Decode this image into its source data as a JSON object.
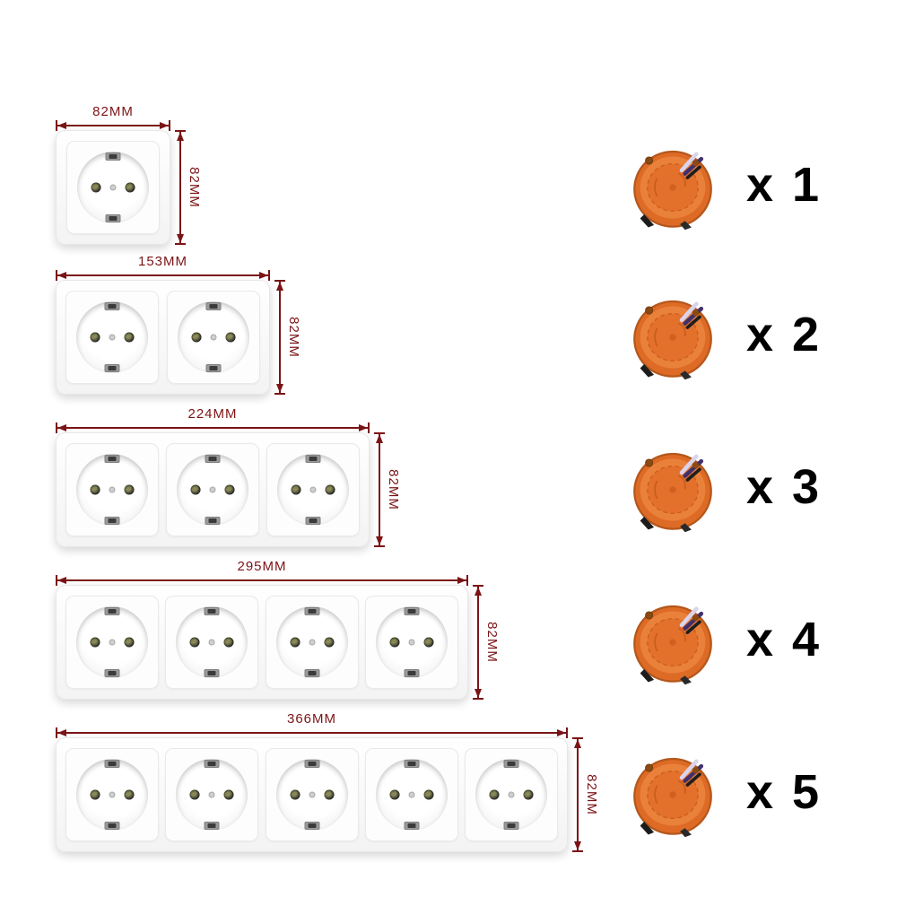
{
  "rows": [
    {
      "sockets": 1,
      "width_label": "82MM",
      "height_label": "82MM",
      "qty_label": "x 1"
    },
    {
      "sockets": 2,
      "width_label": "153MM",
      "height_label": "82MM",
      "qty_label": "x 2"
    },
    {
      "sockets": 3,
      "width_label": "224MM",
      "height_label": "82MM",
      "qty_label": "x 3"
    },
    {
      "sockets": 4,
      "width_label": "295MM",
      "height_label": "82MM",
      "qty_label": "x 4"
    },
    {
      "sockets": 5,
      "width_label": "366MM",
      "height_label": "82MM",
      "qty_label": "x 5"
    }
  ],
  "colors": {
    "dimension_annotation": "#7b1416",
    "mounting_box_orange": "#e2702a",
    "plate_white": "#ffffff",
    "quantity_text": "#000000"
  }
}
